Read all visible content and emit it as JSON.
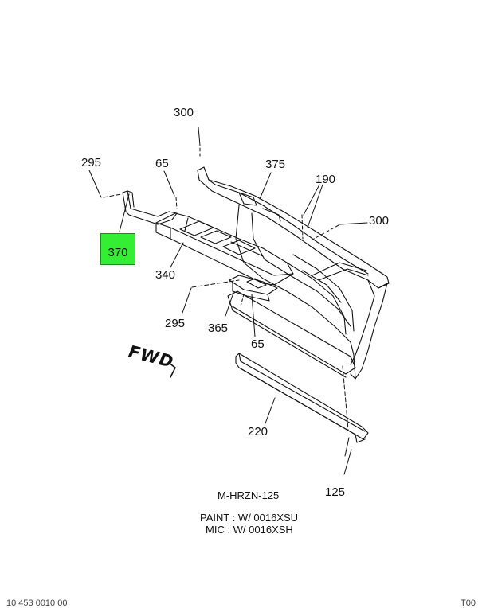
{
  "callouts": {
    "c300_top": "300",
    "c295_left": "295",
    "c65_top": "65",
    "c375": "375",
    "c190": "190",
    "c300_right": "300",
    "c370": "370",
    "c340": "340",
    "c295_mid": "295",
    "c365": "365",
    "c65_bottom": "65",
    "c220": "220",
    "c125": "125"
  },
  "direction_label": "FWD",
  "model_code": "M-HRZN-125",
  "notes": [
    "PAINT : W/ 0016XSU",
    "MIC : W/ 0016XSH"
  ],
  "highlight_color": "#33ee33",
  "footer": {
    "left": "10 453 0010 00",
    "right": "T00"
  }
}
